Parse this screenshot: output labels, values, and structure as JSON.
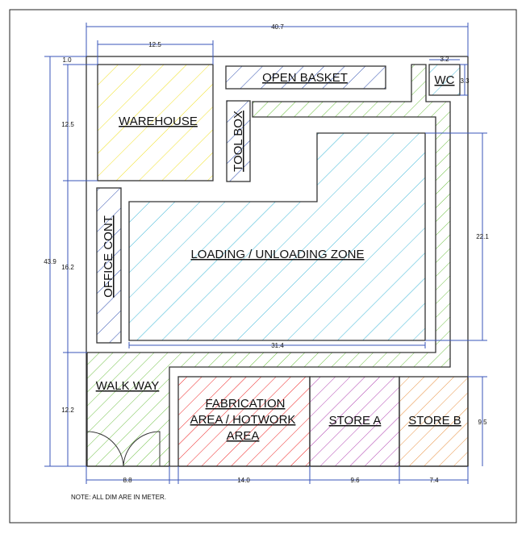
{
  "rooms": {
    "warehouse": "WAREHOUSE",
    "open_basket": "OPEN BASKET",
    "wc": "WC",
    "tool_box": "TOOL BOX",
    "office_cont": "OFFICE CONT",
    "loading_zone": "LOADING / UNLOADING ZONE",
    "walk_way": "WALK WAY",
    "fabrication_1": "FABRICATION",
    "fabrication_2": "AREA / HOTWORK",
    "fabrication_3": "AREA",
    "store_a": "STORE A",
    "store_b": "STORE B"
  },
  "dimensions": {
    "total_width": "40.7",
    "warehouse_width": "12.5",
    "offset_top": "1.0",
    "wc_width": "3.2",
    "wc_height": "3.3",
    "total_height": "43.9",
    "warehouse_height": "12.5",
    "middle_height": "16.2",
    "bottom_height": "12.2",
    "loading_height": "22.1",
    "loading_width": "31.4",
    "rooms_height": "9.5",
    "walkway_width": "8.8",
    "fabrication_width": "14.0",
    "store_a_width": "9.6",
    "store_b_width": "7.4"
  },
  "note": "NOTE: ALL DIM ARE IN METER.",
  "colors": {
    "warehouse": "#f0e020",
    "blue_hatch": "#3050b0",
    "green_hatch": "#6cc040",
    "cyan_hatch": "#40b8d8",
    "red_hatch": "#ee2020",
    "purple_hatch": "#b040b0",
    "orange_hatch": "#e89040",
    "dim_line": "#3a55b8"
  }
}
